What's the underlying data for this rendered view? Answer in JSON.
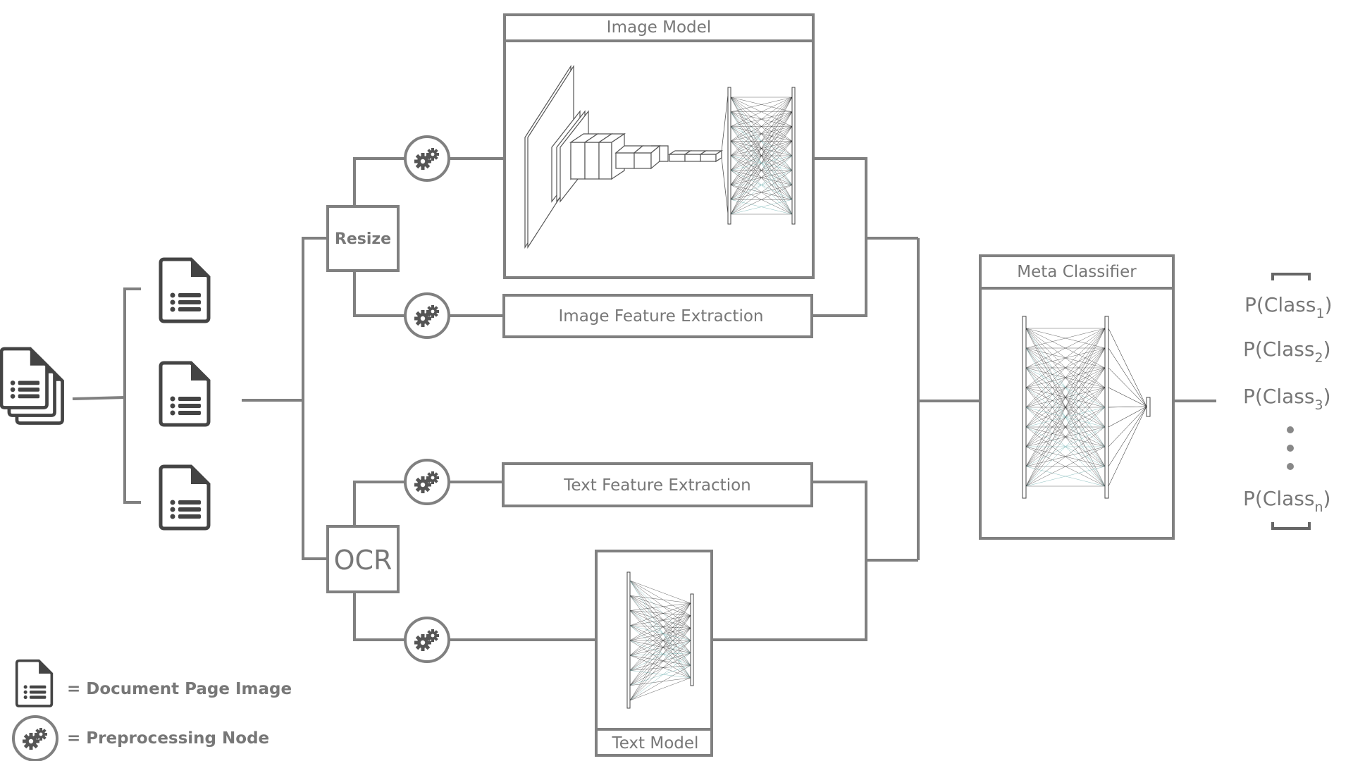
{
  "diagram": {
    "image_model_title": "Image Model",
    "image_feature_extraction": "Image Feature Extraction",
    "text_feature_extraction": "Text Feature Extraction",
    "text_model_title": "Text Model",
    "meta_classifier_title": "Meta Classifier",
    "resize_label": "Resize",
    "ocr_label": "OCR",
    "probabilities": [
      {
        "base": "P(Class",
        "sub": "1",
        "close": ")"
      },
      {
        "base": "P(Class",
        "sub": "2",
        "close": ")"
      },
      {
        "base": "P(Class",
        "sub": "3",
        "close": ")"
      },
      {
        "base": "P(Class",
        "sub": "n",
        "close": ")"
      }
    ]
  },
  "legend": {
    "document_page_image": "= Document Page Image",
    "preprocessing_node": "= Preprocessing Node"
  },
  "colors": {
    "stroke": "#808080",
    "icon": "#444444",
    "text": "#777777",
    "teal": "#7fb8b8"
  },
  "icons": [
    "document-stack-icon",
    "document-icon",
    "gear-icon"
  ]
}
